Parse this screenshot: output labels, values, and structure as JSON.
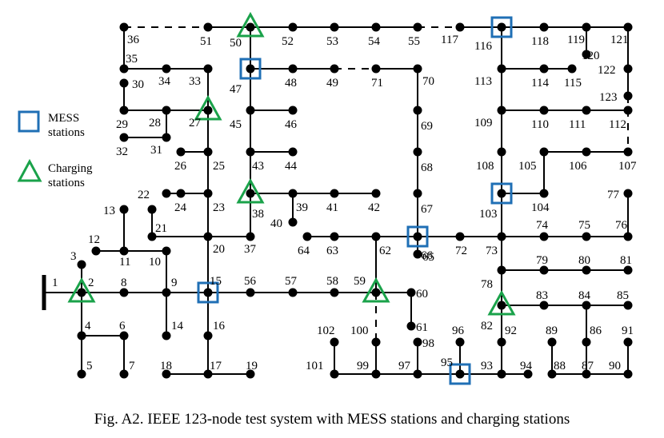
{
  "legend": {
    "mess_line1": "MESS",
    "mess_line2": "stations",
    "charging_line1": "Charging",
    "charging_line2": "stations"
  },
  "caption": "Fig. A2. IEEE 123-node test system with MESS stations and charging stations",
  "colors": {
    "mess": "#1f6fb5",
    "charging": "#1aa24a",
    "line": "#000000"
  },
  "nodes": {
    "1": "1",
    "2": "2",
    "3": "3",
    "4": "4",
    "5": "5",
    "6": "6",
    "7": "7",
    "8": "8",
    "9": "9",
    "10": "10",
    "11": "11",
    "12": "12",
    "13": "13",
    "14": "14",
    "15": "15",
    "16": "16",
    "17": "17",
    "18": "18",
    "19": "19",
    "20": "20",
    "21": "21",
    "22": "22",
    "23": "23",
    "24": "24",
    "25": "25",
    "26": "26",
    "27": "27",
    "28": "28",
    "29": "29",
    "30": "30",
    "31": "31",
    "32": "32",
    "33": "33",
    "34": "34",
    "35": "35",
    "36": "36",
    "37": "37",
    "38": "38",
    "39": "39",
    "40": "40",
    "41": "41",
    "42": "42",
    "43": "43",
    "44": "44",
    "45": "45",
    "46": "46",
    "47": "47",
    "48": "48",
    "49": "49",
    "50": "50",
    "51": "51",
    "52": "52",
    "53": "53",
    "54": "54",
    "55": "55",
    "56": "56",
    "57": "57",
    "58": "58",
    "59": "59",
    "60": "60",
    "61": "61",
    "62": "62",
    "63": "63",
    "64": "64",
    "65": "65",
    "66": "66",
    "67": "67",
    "68": "68",
    "69": "69",
    "70": "70",
    "71": "71",
    "72": "72",
    "73": "73",
    "74": "74",
    "75": "75",
    "76": "76",
    "77": "77",
    "78": "78",
    "79": "79",
    "80": "80",
    "81": "81",
    "82": "82",
    "83": "83",
    "84": "84",
    "85": "85",
    "86": "86",
    "87": "87",
    "88": "88",
    "89": "89",
    "90": "90",
    "91": "91",
    "92": "92",
    "93": "93",
    "94": "94",
    "95": "95",
    "96": "96",
    "97": "97",
    "98": "98",
    "99": "99",
    "100": "100",
    "101": "101",
    "102": "102",
    "103": "103",
    "104": "104",
    "105": "105",
    "106": "106",
    "107": "107",
    "108": "108",
    "109": "109",
    "110": "110",
    "111": "111",
    "112": "112",
    "113": "113",
    "114": "114",
    "115": "115",
    "116": "116",
    "117": "117",
    "118": "118",
    "119": "119",
    "120": "120",
    "121": "121",
    "122": "122",
    "123": "123"
  },
  "mess_stations": [
    "47",
    "116",
    "15",
    "65",
    "103",
    "95"
  ],
  "charging_stations": [
    "50",
    "27",
    "38",
    "2",
    "59",
    "82"
  ]
}
